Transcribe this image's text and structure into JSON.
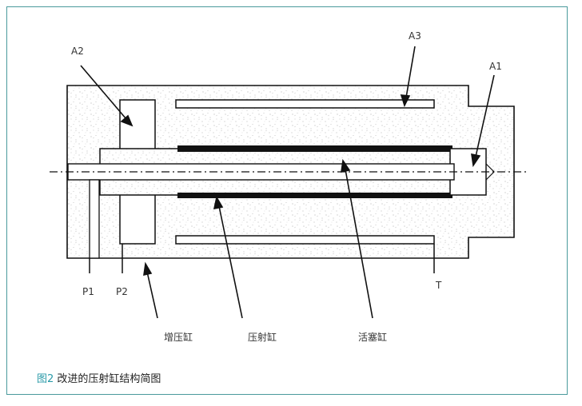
{
  "labels": {
    "a1": "A1",
    "a2": "A2",
    "a3": "A3",
    "p1": "P1",
    "p2": "P2",
    "t": "T",
    "booster_cylinder": "增压缸",
    "injection_cylinder": "压射缸",
    "piston_cylinder": "活塞缸"
  },
  "caption": {
    "figure_number": "图2",
    "title": "改进的压射缸结构简图"
  },
  "colors": {
    "frame_border": "#4a9a9c",
    "caption_accent": "#2a9aa8",
    "line": "#111111"
  }
}
